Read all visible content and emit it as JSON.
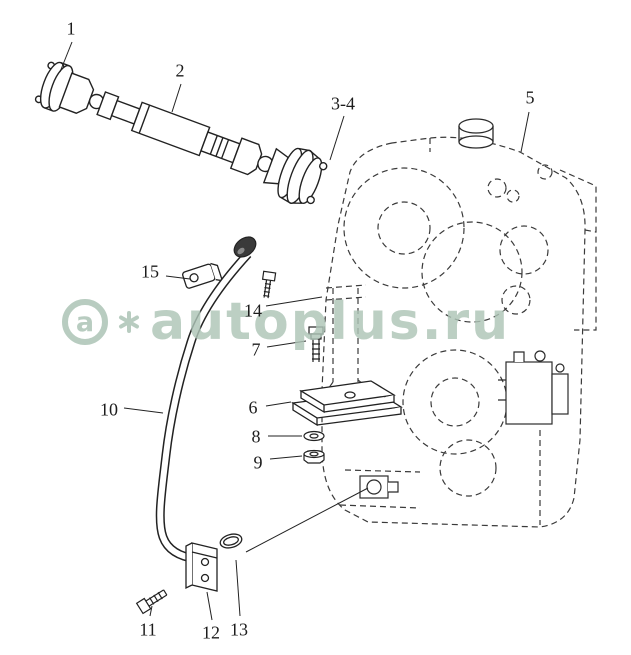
{
  "diagram": {
    "description": "Exploded parts diagram: drive shaft, universal joints, transmission housing, filler tube, brackets and fasteners"
  },
  "labels": [
    {
      "text": "1"
    },
    {
      "text": "2"
    },
    {
      "text": "3-4"
    },
    {
      "text": "5"
    },
    {
      "text": "6"
    },
    {
      "text": "7"
    },
    {
      "text": "8"
    },
    {
      "text": "9"
    },
    {
      "text": "10"
    },
    {
      "text": "11"
    },
    {
      "text": "12"
    },
    {
      "text": "13"
    },
    {
      "text": "14"
    },
    {
      "text": "15"
    }
  ],
  "watermark": {
    "logo_letter": "a",
    "text": "autoplus.ru",
    "color": "#aec5b7"
  }
}
